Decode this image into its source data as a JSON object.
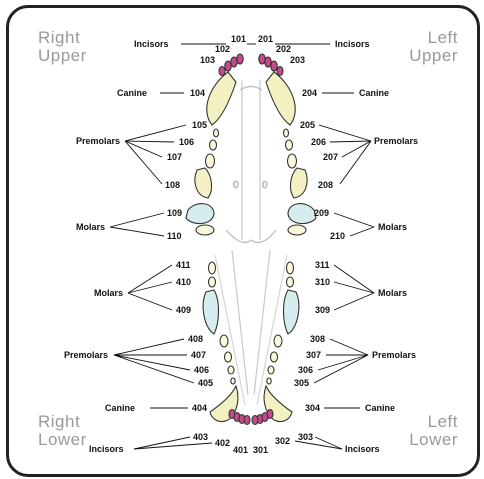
{
  "quadrants": {
    "upper_right": "Right\nUpper",
    "upper_left": "Left\nUpper",
    "lower_right": "Right\nLower",
    "lower_left": "Left\nLower"
  },
  "colors": {
    "incisor": "#c44a8a",
    "canine": "#f3f1c2",
    "premolar": "#fbf9da",
    "molar": "#d6ecef",
    "outline": "#333333",
    "palate": "#cccccc",
    "label": "#111111",
    "quadrant_text": "#9a9a9a"
  },
  "group_labels": {
    "incisors": "Incisors",
    "canine": "Canine",
    "premolars": "Premolars",
    "molars": "Molars"
  },
  "tooth_numbers": [
    "101",
    "102",
    "103",
    "104",
    "105",
    "106",
    "107",
    "108",
    "109",
    "110",
    "201",
    "202",
    "203",
    "204",
    "205",
    "206",
    "207",
    "208",
    "209",
    "210",
    "301",
    "302",
    "303",
    "304",
    "305",
    "306",
    "307",
    "308",
    "309",
    "310",
    "311",
    "401",
    "402",
    "403",
    "404",
    "405",
    "406",
    "407",
    "408",
    "409",
    "410",
    "411"
  ]
}
